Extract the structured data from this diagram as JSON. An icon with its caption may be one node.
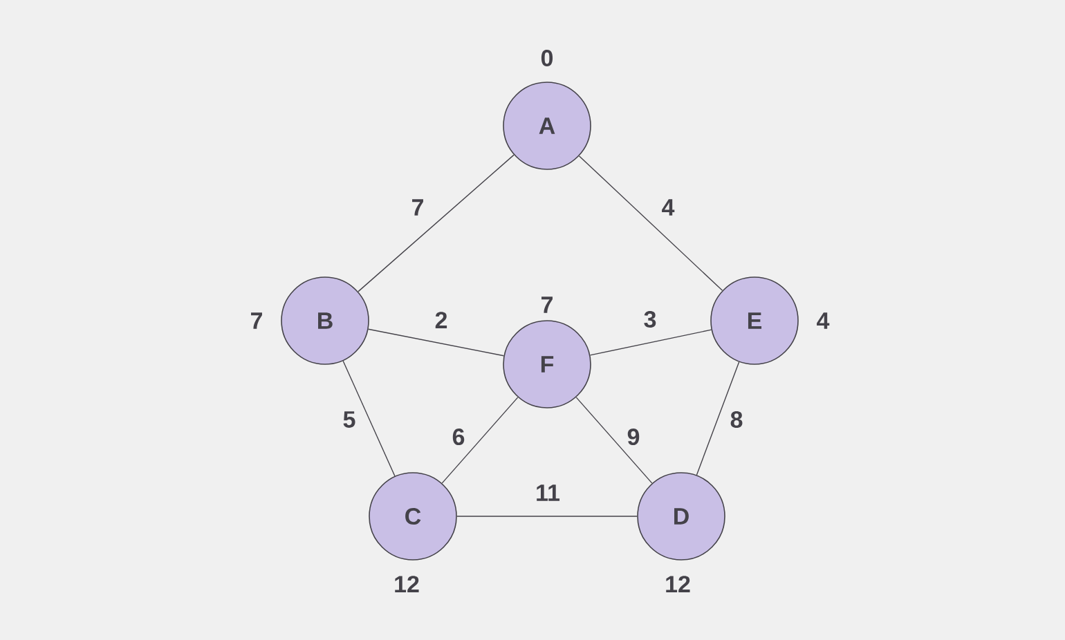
{
  "diagram": {
    "nodes": [
      {
        "text": [
          "A"
        ],
        "beside": [
          "0"
        ]
      },
      {
        "text": [
          "B"
        ],
        "beside": [
          "7"
        ]
      },
      {
        "text": [
          "F"
        ],
        "beside": [
          "7"
        ]
      },
      {
        "text": [
          "E"
        ],
        "beside": [
          "4"
        ]
      },
      {
        "text": [
          "C"
        ],
        "beside": [
          "12"
        ]
      },
      {
        "text": [
          "D"
        ],
        "beside": [
          "12"
        ]
      }
    ],
    "edges": [
      {
        "from": 0,
        "to": 1,
        "arrow": "none",
        "label": "7"
      },
      {
        "from": 0,
        "to": 3,
        "arrow": "none",
        "label": "4"
      },
      {
        "from": 1,
        "to": 2,
        "arrow": "none",
        "label": "2"
      },
      {
        "from": 2,
        "to": 3,
        "arrow": "none",
        "label": "3"
      },
      {
        "from": 1,
        "to": 4,
        "arrow": "none",
        "label": "5"
      },
      {
        "from": 2,
        "to": 4,
        "arrow": "none",
        "label": "6"
      },
      {
        "from": 2,
        "to": 5,
        "arrow": "none",
        "label": "9"
      },
      {
        "from": 3,
        "to": 5,
        "arrow": "none",
        "label": "8"
      },
      {
        "from": 4,
        "to": 5,
        "arrow": "none",
        "label": "11"
      }
    ]
  }
}
